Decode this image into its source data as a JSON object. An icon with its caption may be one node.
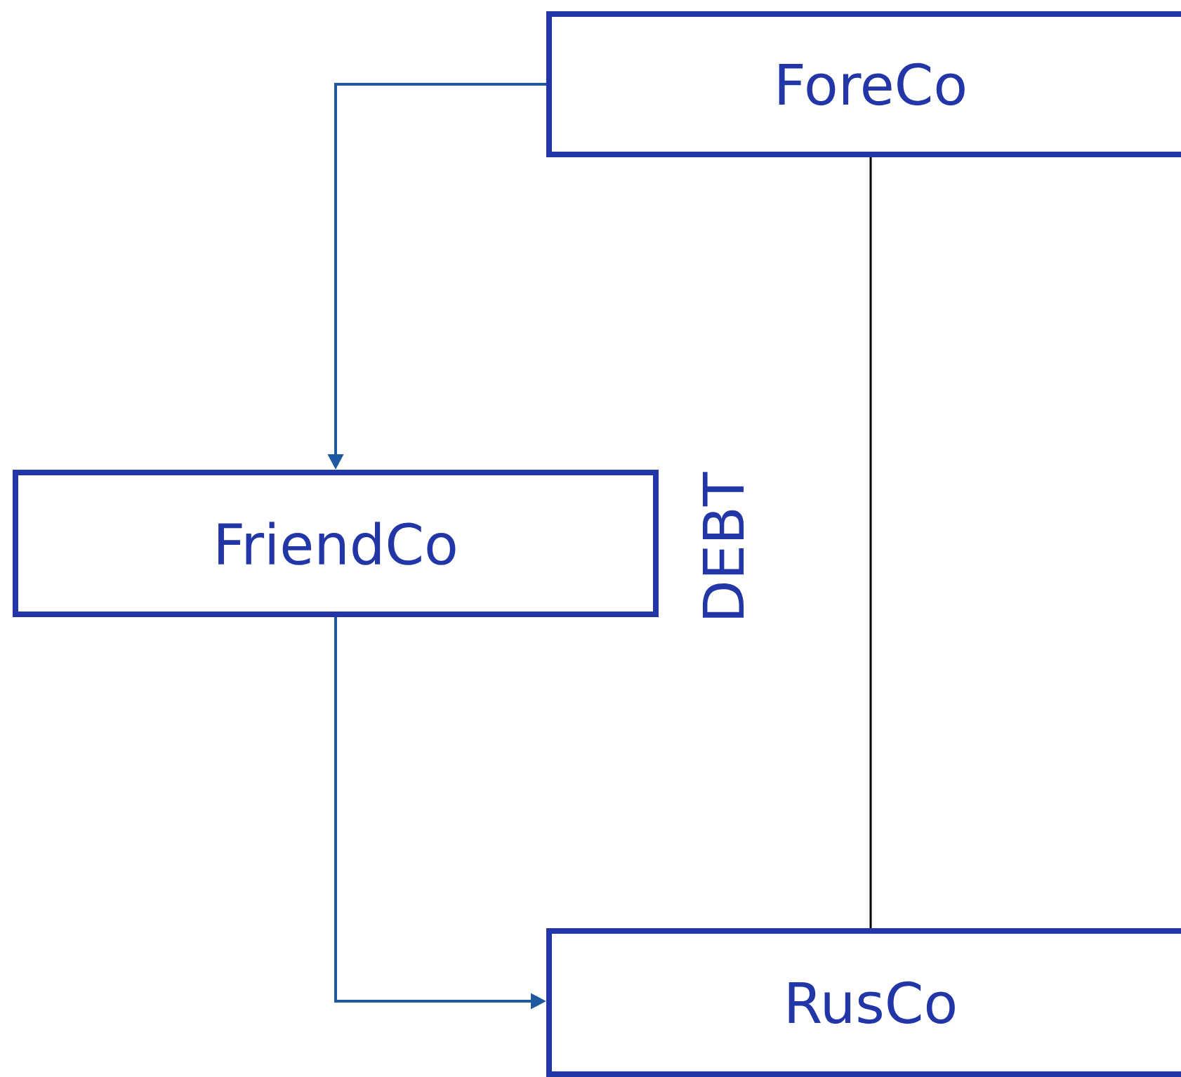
{
  "diagram": {
    "nodes": [
      {
        "text": [
          "ForeCo"
        ]
      },
      {
        "text": [
          "FriendCo"
        ]
      },
      {
        "text": [
          "RusCo"
        ]
      }
    ],
    "edges": [
      {
        "from": 0,
        "to": 1,
        "arrow": "to"
      },
      {
        "from": 1,
        "to": 2,
        "arrow": "to"
      },
      {
        "from": 0,
        "to": 2,
        "arrow": "none",
        "color": "#000000"
      }
    ],
    "labels": [
      "DEBT"
    ]
  }
}
